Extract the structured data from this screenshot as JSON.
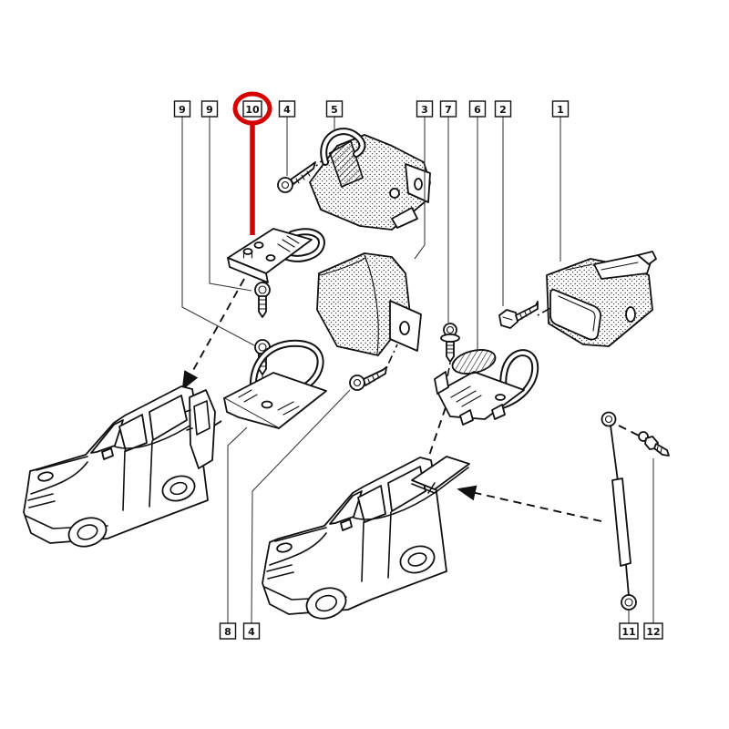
{
  "diagram": {
    "kind": "exploded-parts-diagram",
    "background_color": "#ffffff",
    "line_color": "#111111",
    "highlight": {
      "callout": "10",
      "color": "#d40000"
    },
    "callouts": [
      {
        "label": "9"
      },
      {
        "label": "9"
      },
      {
        "label": "10"
      },
      {
        "label": "4"
      },
      {
        "label": "5"
      },
      {
        "label": "3"
      },
      {
        "label": "7"
      },
      {
        "label": "6"
      },
      {
        "label": "2"
      },
      {
        "label": "1"
      },
      {
        "label": "8"
      },
      {
        "label": "4"
      },
      {
        "label": "11"
      },
      {
        "label": "12"
      }
    ]
  }
}
